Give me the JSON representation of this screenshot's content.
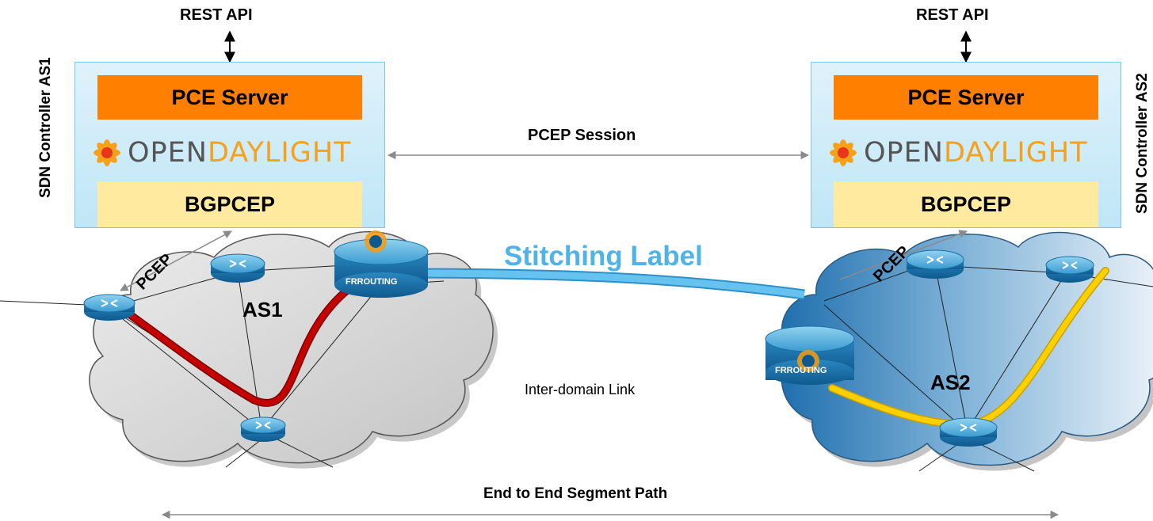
{
  "controllers": [
    {
      "side_label": "SDN Controller AS1",
      "api_label": "REST API",
      "pce_label": "PCE Server",
      "odl_open": "OPEN",
      "odl_daylight": "DAYLIGHT",
      "bgpcep_label": "BGPCEP"
    },
    {
      "side_label": "SDN Controller AS2",
      "api_label": "REST API",
      "pce_label": "PCE Server",
      "odl_open": "OPEN",
      "odl_daylight": "DAYLIGHT",
      "bgpcep_label": "BGPCEP"
    }
  ],
  "pcep_session_label": "PCEP Session",
  "pcep_link_labels": [
    "PCEP",
    "PCEP"
  ],
  "domains": [
    {
      "name": "AS1",
      "path_color": "#c00000"
    },
    {
      "name": "AS2",
      "path_color": "#ffd000"
    }
  ],
  "frrouting_label": "FRROUTING",
  "stitching_label": "Stitching Label",
  "stitching_color": "#4fb3e8",
  "inter_domain_link_label": "Inter-domain Link",
  "end_to_end_label": "End to End Segment Path"
}
